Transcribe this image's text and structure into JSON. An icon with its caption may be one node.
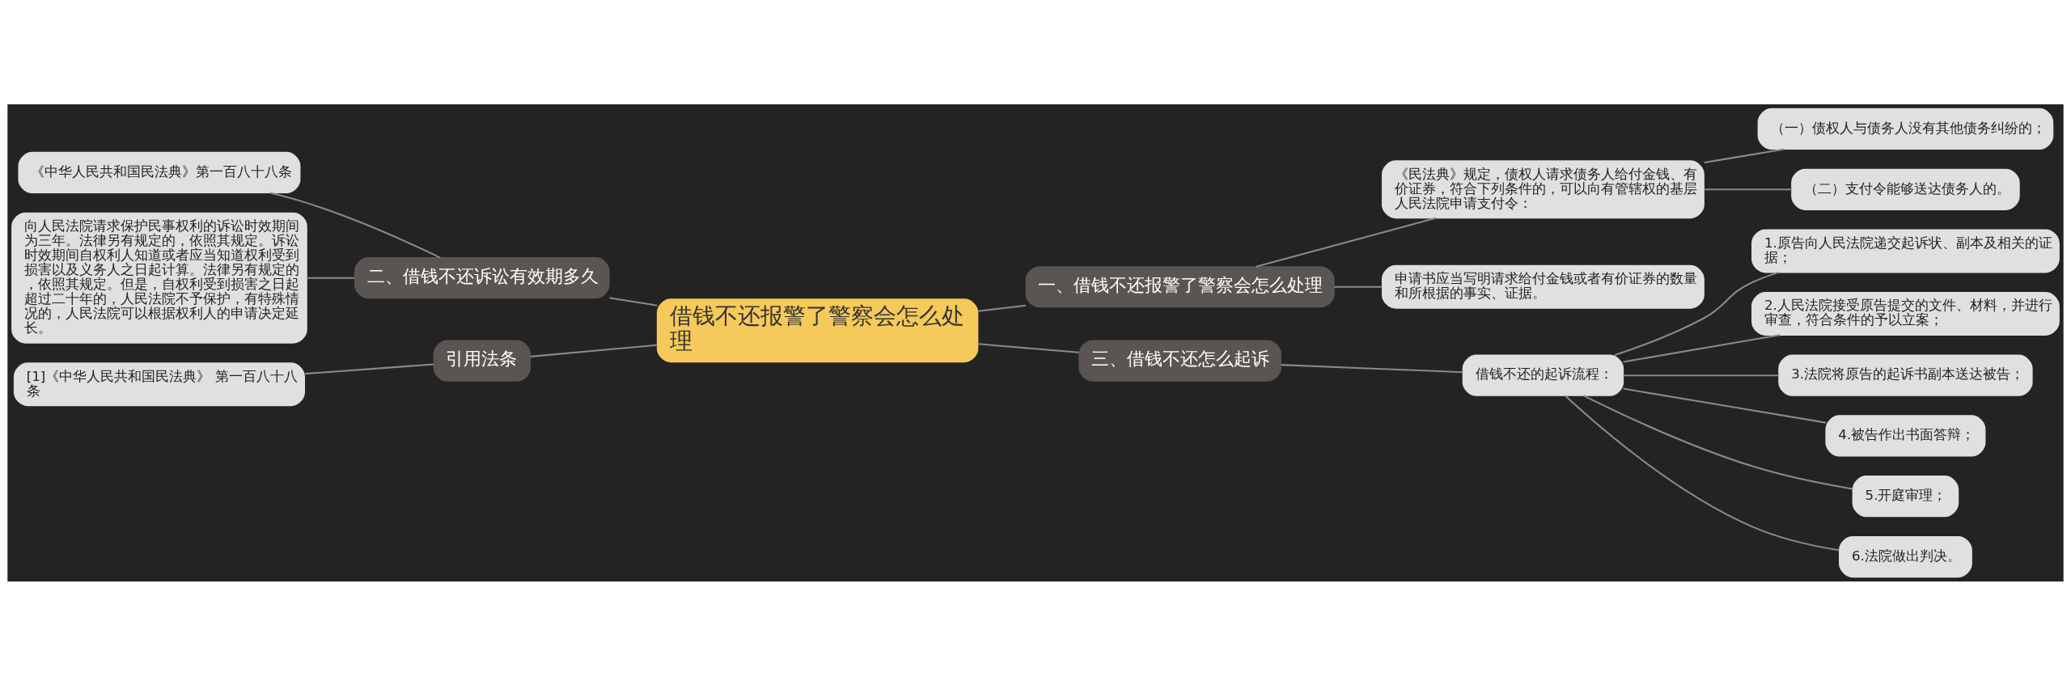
{
  "diagram": {
    "nodes": [
      {
        "text": [
          "借钱不还报警了警察会怎么处理"
        ]
      },
      {
        "text": [
          "一、借钱不还报警了警察会怎么处理"
        ]
      },
      {
        "text": [
          "《民法典》规定，债权人请求债务人给付金钱、有价证券，符合下列条件的，可以向有管辖权的基层人民法院申请支付令："
        ]
      },
      {
        "text": [
          "（一）债权人与债务人没有其他债务纠纷的；"
        ]
      },
      {
        "text": [
          "（二）支付令能够送达债务人的。"
        ]
      },
      {
        "text": [
          "申请书应当写明请求给付金钱或者有价证券的数量和所根据的事实、证据。"
        ]
      },
      {
        "text": [
          "二、借钱不还诉讼有效期多久"
        ]
      },
      {
        "text": [
          "《中华人民共和国民法典》第一百八十八条"
        ]
      },
      {
        "text": [
          "向人民法院请求保护民事权利的诉讼时效期间为三年。法律另有规定的，依照其规定。诉讼时效期间自权利人知道或者应当知道权利受到损害以及义务人之日起计算。法律另有规定的，依照其规定。但是，自权利受到损害之日起超过二十年的，人民法院不予保护，有特殊情况的，人民法院可以根据权利人的申请决定延长。"
        ]
      },
      {
        "text": [
          "引用法条"
        ]
      },
      {
        "text": [
          "[1]《中华人民共和国民法典》 第一百八十八条"
        ]
      },
      {
        "text": [
          "三、借钱不还怎么起诉"
        ]
      },
      {
        "text": [
          "借钱不还的起诉流程："
        ]
      },
      {
        "text": [
          "1.原告向人民法院递交起诉状、副本及相关的证据；"
        ]
      },
      {
        "text": [
          "2.人民法院接受原告提交的文件、材料，并进行审查，符合条件的予以立案；"
        ]
      },
      {
        "text": [
          "3.法院将原告的起诉书副本送达被告；"
        ]
      },
      {
        "text": [
          "4.被告作出书面答辩；"
        ]
      },
      {
        "text": [
          "5.开庭审理；"
        ]
      },
      {
        "text": [
          "6.法院做出判决。"
        ]
      }
    ],
    "edges": [
      {
        "from": 0,
        "to": 1,
        "arrow": "none"
      },
      {
        "from": 1,
        "to": 2,
        "arrow": "none"
      },
      {
        "from": 2,
        "to": 3,
        "arrow": "none"
      },
      {
        "from": 2,
        "to": 4,
        "arrow": "none"
      },
      {
        "from": 1,
        "to": 5,
        "arrow": "none"
      },
      {
        "from": 0,
        "to": 6,
        "arrow": "none"
      },
      {
        "from": 6,
        "to": 7,
        "arrow": "none"
      },
      {
        "from": 6,
        "to": 8,
        "arrow": "none"
      },
      {
        "from": 0,
        "to": 9,
        "arrow": "none"
      },
      {
        "from": 9,
        "to": 10,
        "arrow": "none"
      },
      {
        "from": 0,
        "to": 11,
        "arrow": "none"
      },
      {
        "from": 11,
        "to": 12,
        "arrow": "none"
      },
      {
        "from": 12,
        "to": 13,
        "arrow": "none"
      },
      {
        "from": 12,
        "to": 14,
        "arrow": "none"
      },
      {
        "from": 12,
        "to": 15,
        "arrow": "none"
      },
      {
        "from": 12,
        "to": 16,
        "arrow": "none"
      },
      {
        "from": 12,
        "to": 17,
        "arrow": "none"
      },
      {
        "from": 12,
        "to": 18,
        "arrow": "none"
      }
    ]
  }
}
